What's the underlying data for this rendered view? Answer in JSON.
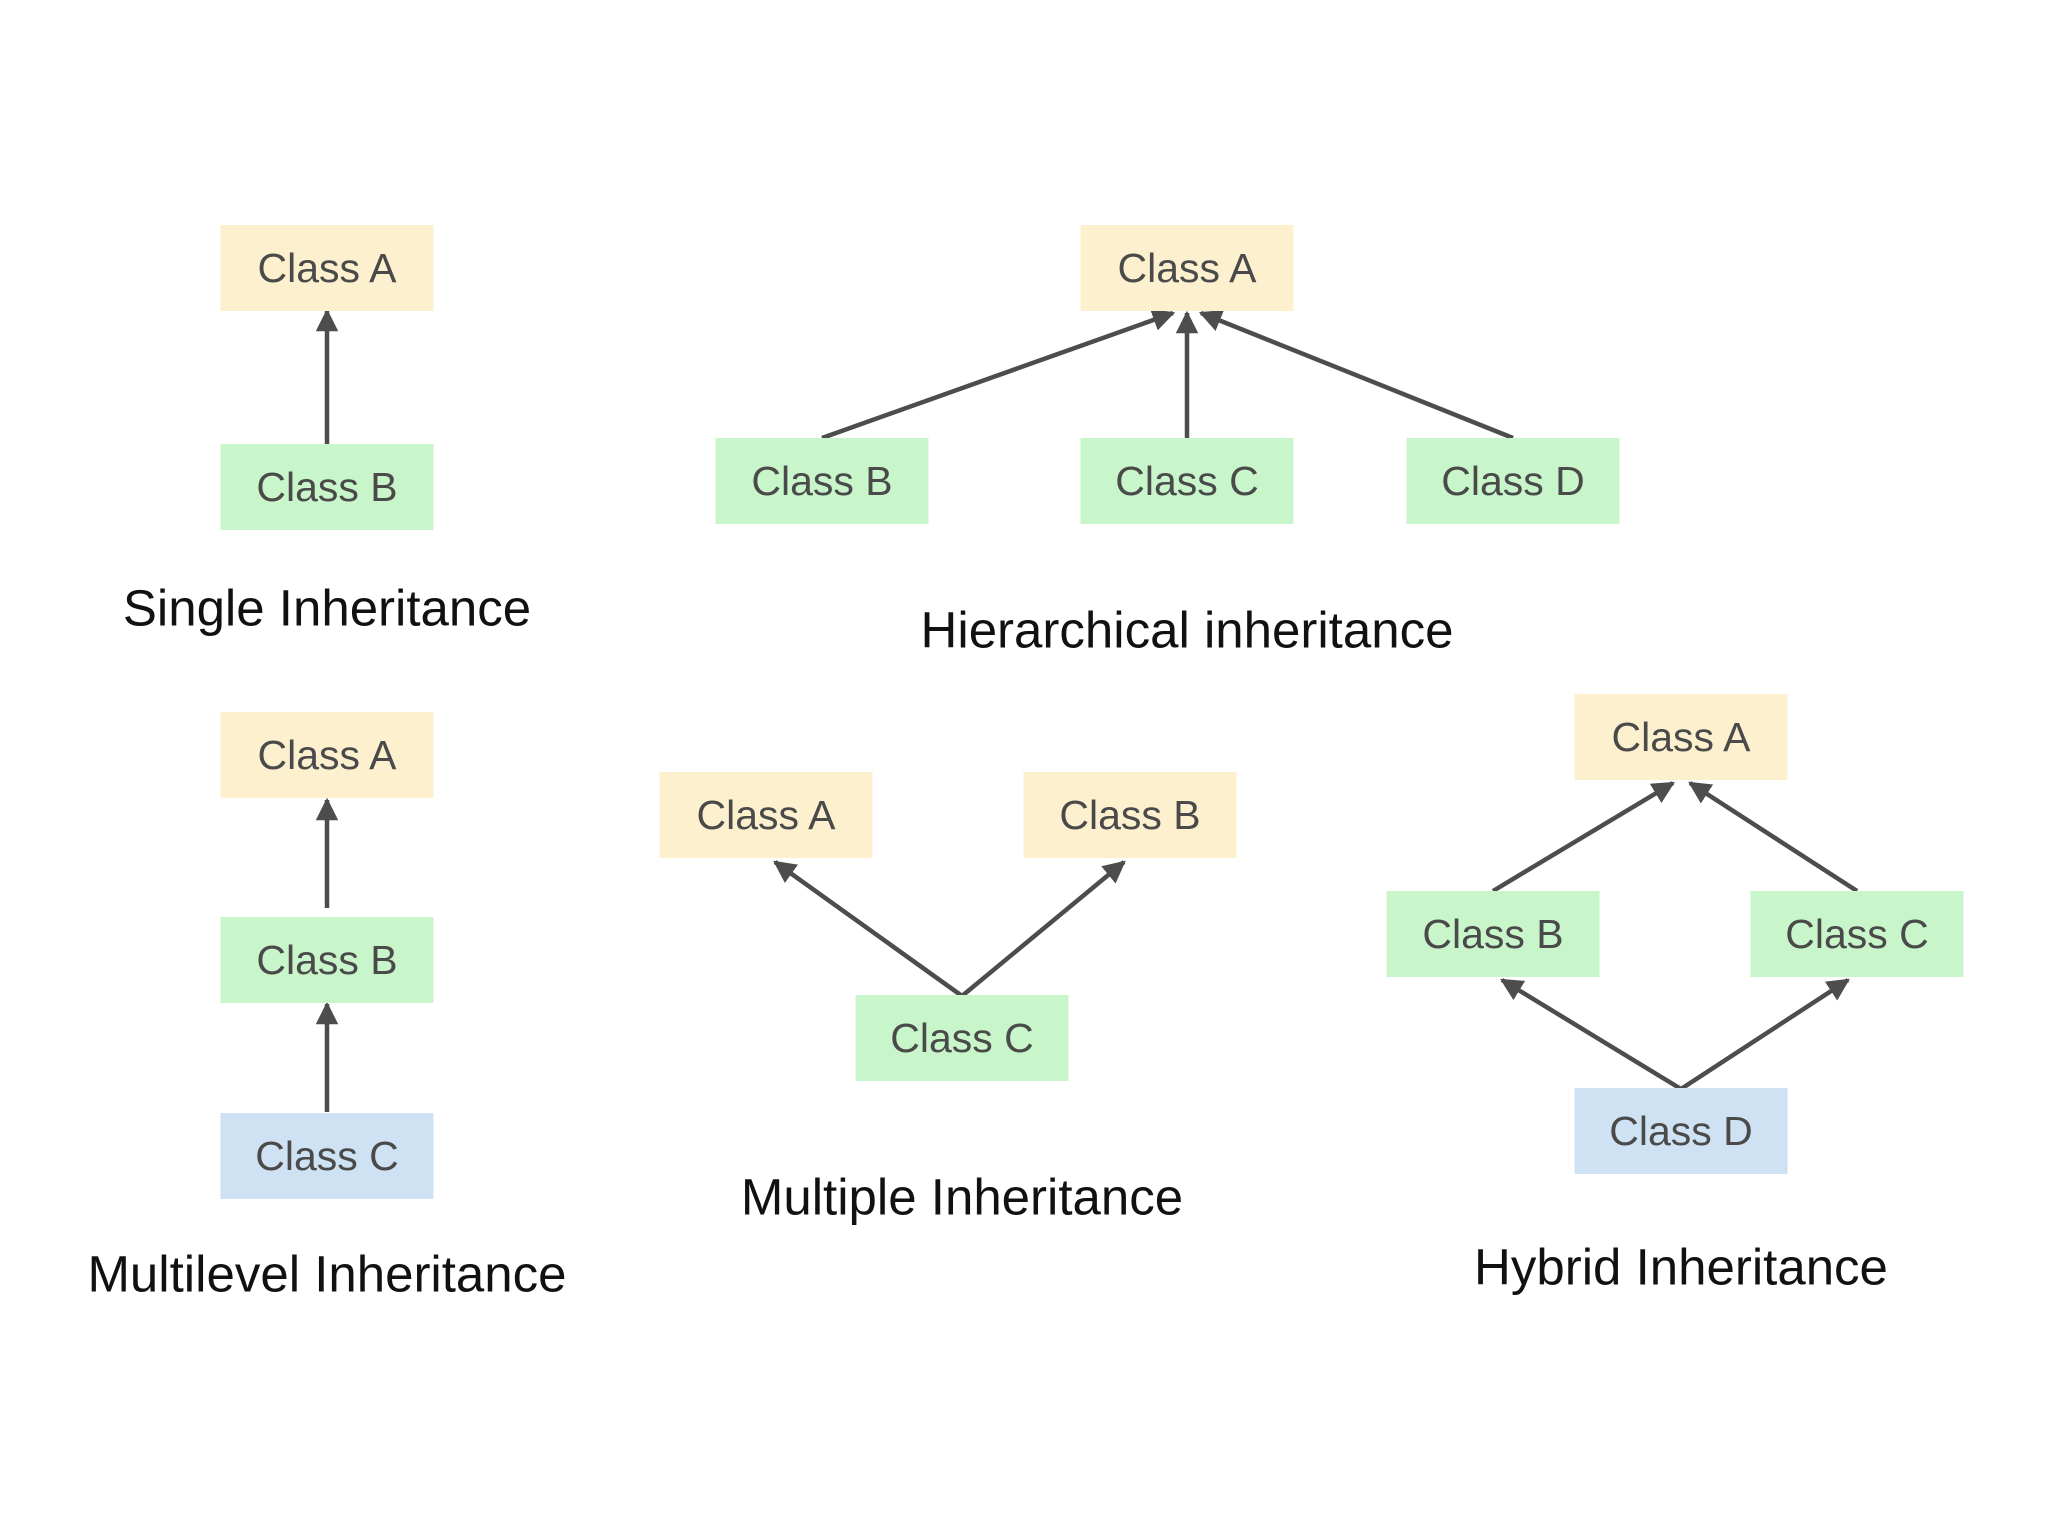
{
  "colors": {
    "parent_fill": "#fdf0cf",
    "child_fill": "#c8f5c9",
    "grandchild_fill": "#cfe2f3",
    "text": "#4a4a4a",
    "caption_text": "#111111",
    "arrow": "#4d4d4d"
  },
  "diagrams": [
    {
      "caption": "Single Inheritance",
      "nodes": [
        {
          "label": "Class A",
          "role": "parent"
        },
        {
          "label": "Class B",
          "role": "child"
        }
      ],
      "edges": [
        {
          "from": "Class B",
          "to": "Class A"
        }
      ]
    },
    {
      "caption": "Hierarchical inheritance",
      "nodes": [
        {
          "label": "Class A",
          "role": "parent"
        },
        {
          "label": "Class B",
          "role": "child"
        },
        {
          "label": "Class C",
          "role": "child"
        },
        {
          "label": "Class D",
          "role": "child"
        }
      ],
      "edges": [
        {
          "from": "Class B",
          "to": "Class A"
        },
        {
          "from": "Class C",
          "to": "Class A"
        },
        {
          "from": "Class D",
          "to": "Class A"
        }
      ]
    },
    {
      "caption": "Multilevel Inheritance",
      "nodes": [
        {
          "label": "Class A",
          "role": "parent"
        },
        {
          "label": "Class B",
          "role": "child"
        },
        {
          "label": "Class C",
          "role": "grandchild"
        }
      ],
      "edges": [
        {
          "from": "Class B",
          "to": "Class A"
        },
        {
          "from": "Class C",
          "to": "Class B"
        }
      ]
    },
    {
      "caption": "Multiple Inheritance",
      "nodes": [
        {
          "label": "Class A",
          "role": "parent"
        },
        {
          "label": "Class B",
          "role": "parent"
        },
        {
          "label": "Class C",
          "role": "child"
        }
      ],
      "edges": [
        {
          "from": "Class C",
          "to": "Class A"
        },
        {
          "from": "Class C",
          "to": "Class B"
        }
      ]
    },
    {
      "caption": "Hybrid Inheritance",
      "nodes": [
        {
          "label": "Class A",
          "role": "parent"
        },
        {
          "label": "Class B",
          "role": "child"
        },
        {
          "label": "Class C",
          "role": "child"
        },
        {
          "label": "Class D",
          "role": "grandchild"
        }
      ],
      "edges": [
        {
          "from": "Class B",
          "to": "Class A"
        },
        {
          "from": "Class C",
          "to": "Class A"
        },
        {
          "from": "Class D",
          "to": "Class B"
        },
        {
          "from": "Class D",
          "to": "Class C"
        }
      ]
    }
  ]
}
